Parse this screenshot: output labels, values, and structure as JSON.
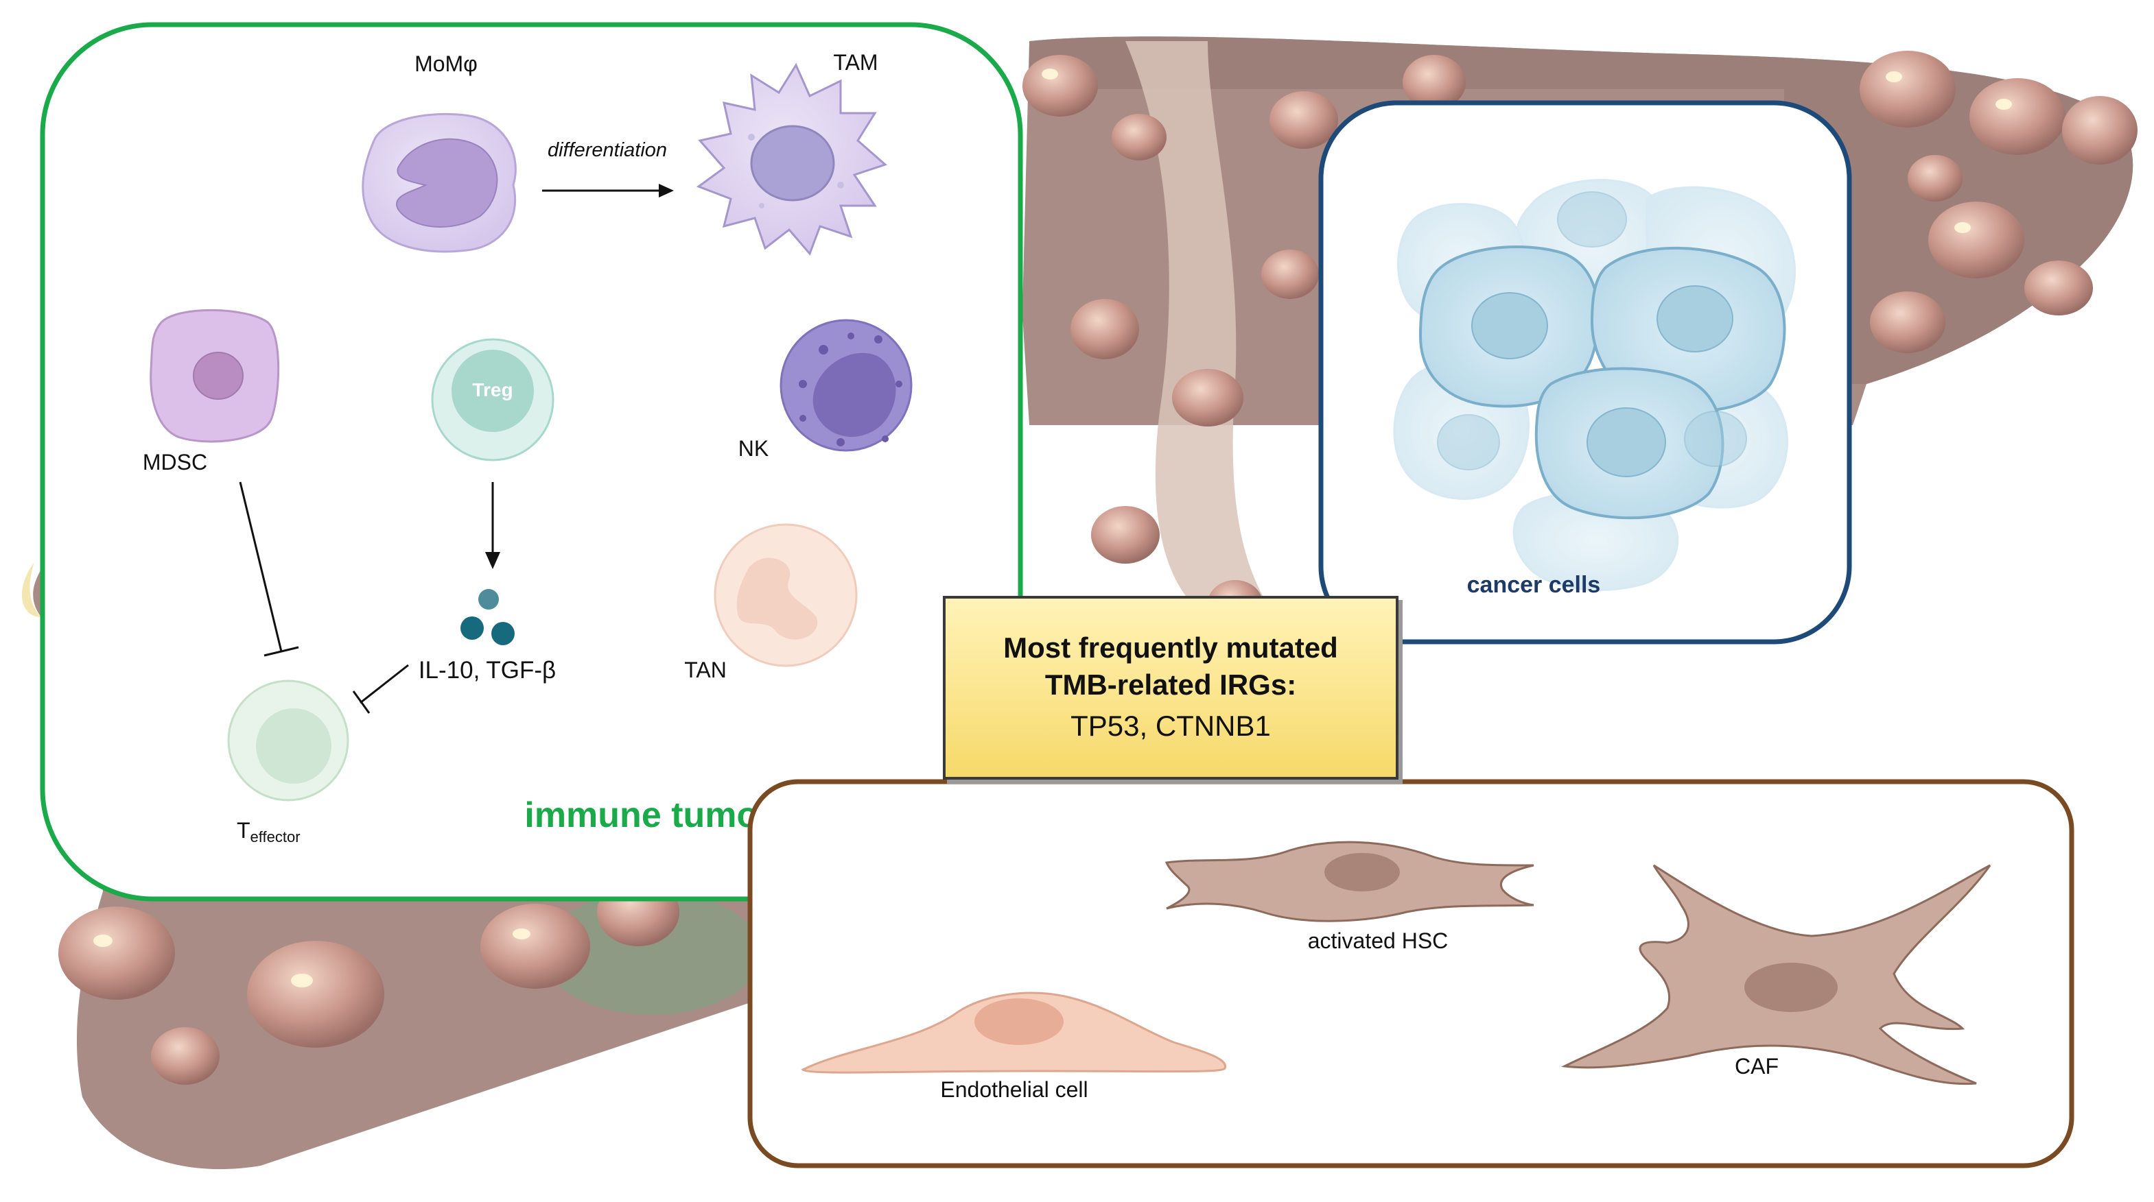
{
  "immune_panel": {
    "title": "immune tumor cells",
    "momphi": "MoMφ",
    "tam": "TAM",
    "differentiation": "differentiation",
    "mdsc": "MDSC",
    "treg": "Treg",
    "nk": "NK",
    "tan": "TAN",
    "cytokines": "IL-10, TGF-β",
    "t_effector_main": "T",
    "t_effector_sub": "effector"
  },
  "cancer_panel": {
    "label": "cancer cells"
  },
  "callout": {
    "line1": "Most frequently mutated",
    "line2": "TMB-related IRGs:",
    "genes": "TP53, CTNNB1"
  },
  "stromal_panel": {
    "activated_hsc": "activated HSC",
    "endothelial": "Endothelial cell",
    "caf": "CAF"
  },
  "colors": {
    "immune_border": "#1aaa4a",
    "cancer_border": "#1e4a7a",
    "stromal_border": "#7a4a22",
    "liver": "#a88a84",
    "callout_fill": "#f8dc72"
  }
}
